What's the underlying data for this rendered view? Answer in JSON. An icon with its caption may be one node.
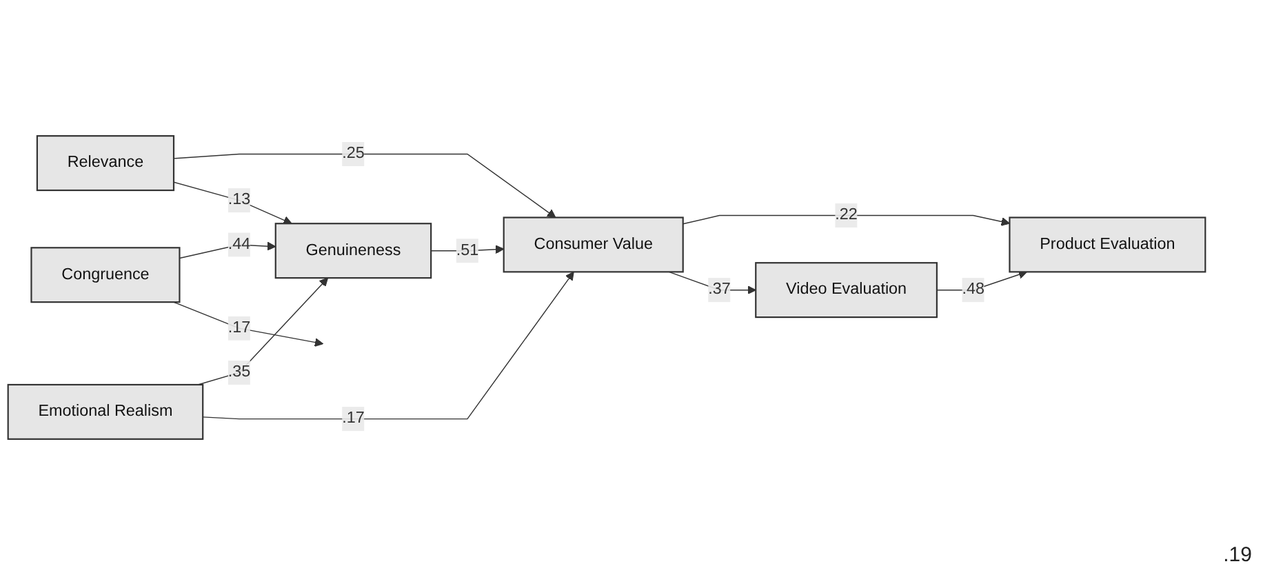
{
  "diagram": {
    "nodes": [
      {
        "text": [
          "Relevance"
        ]
      },
      {
        "text": [
          "Emotional Realism"
        ]
      },
      {
        "text": [
          "Genuineness"
        ]
      },
      {
        "text": [
          "Congruence"
        ]
      },
      {
        "text": [
          "Consumer Value"
        ]
      },
      {
        "text": [
          "Product Evaluation"
        ]
      },
      {
        "text": [
          "Video Evaluation"
        ]
      }
    ],
    "edges": [
      {
        "from": 0,
        "to": 4,
        "arrow": "to",
        "label": ".25"
      },
      {
        "from": 0,
        "to": 2,
        "arrow": "to",
        "label": ".13"
      },
      {
        "from": 1,
        "to": 2,
        "arrow": "to",
        "label": ".35"
      },
      {
        "from": 2,
        "to": 4,
        "arrow": "to",
        "label": ".51"
      },
      {
        "from": 1,
        "to": 4,
        "arrow": "to",
        "label": ".17"
      },
      {
        "from": 3,
        "to": 2,
        "arrow": "to",
        "label": ".44"
      },
      {
        "from": 4,
        "to": 5,
        "arrow": "to",
        "label": ".22"
      },
      {
        "from": 4,
        "to": 6,
        "arrow": "to",
        "label": ".37"
      },
      {
        "from": 6,
        "to": 5,
        "arrow": "to",
        "label": ".48"
      },
      {
        "from": 3,
        "to": null,
        "arrow": "to",
        "label": ".17"
      }
    ],
    "labels": [
      ".19"
    ]
  }
}
